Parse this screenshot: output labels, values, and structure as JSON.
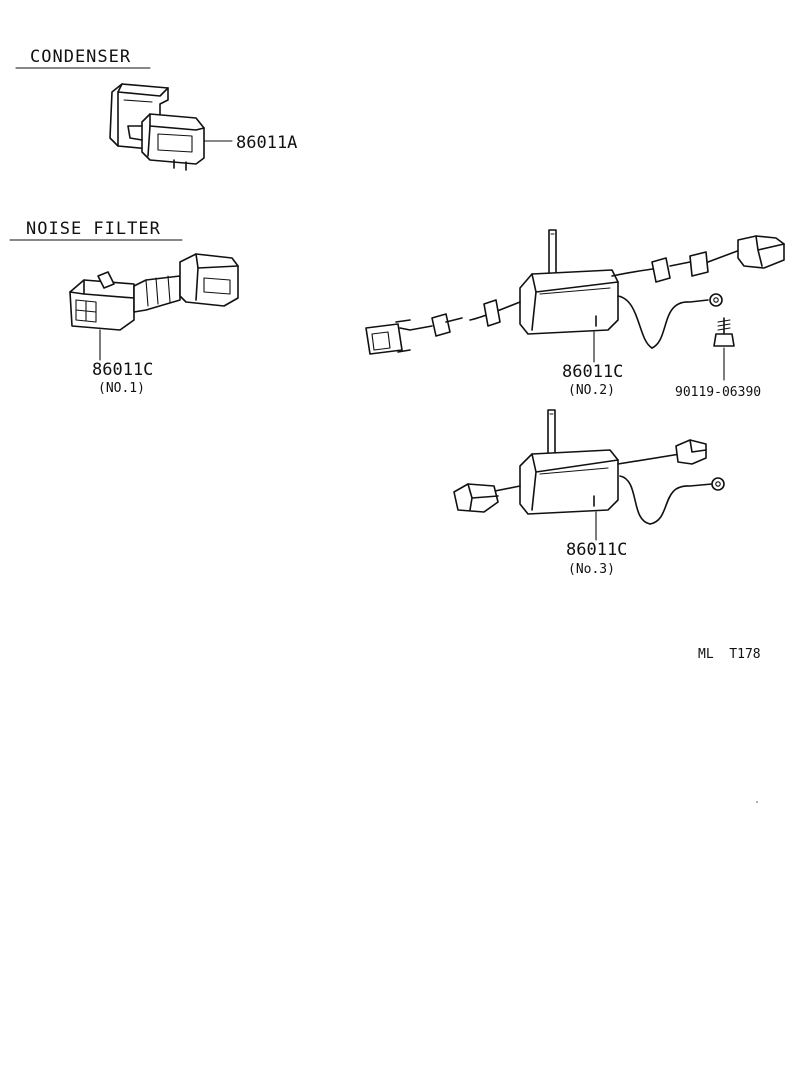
{
  "sections": {
    "condenser": {
      "heading": "CONDENSER"
    },
    "noise_filter": {
      "heading": "NOISE FILTER"
    }
  },
  "parts": {
    "condenser": {
      "part_number": "86011A"
    },
    "filter_no1": {
      "part_number": "86011C",
      "qualifier": "(NO.1)"
    },
    "filter_no2": {
      "part_number": "86011C",
      "qualifier": "(NO.2)"
    },
    "screw": {
      "part_number": "90119-06390"
    },
    "filter_no3": {
      "part_number": "86011C",
      "qualifier": "(No.3)"
    }
  },
  "diagram_code": "ML  T178"
}
